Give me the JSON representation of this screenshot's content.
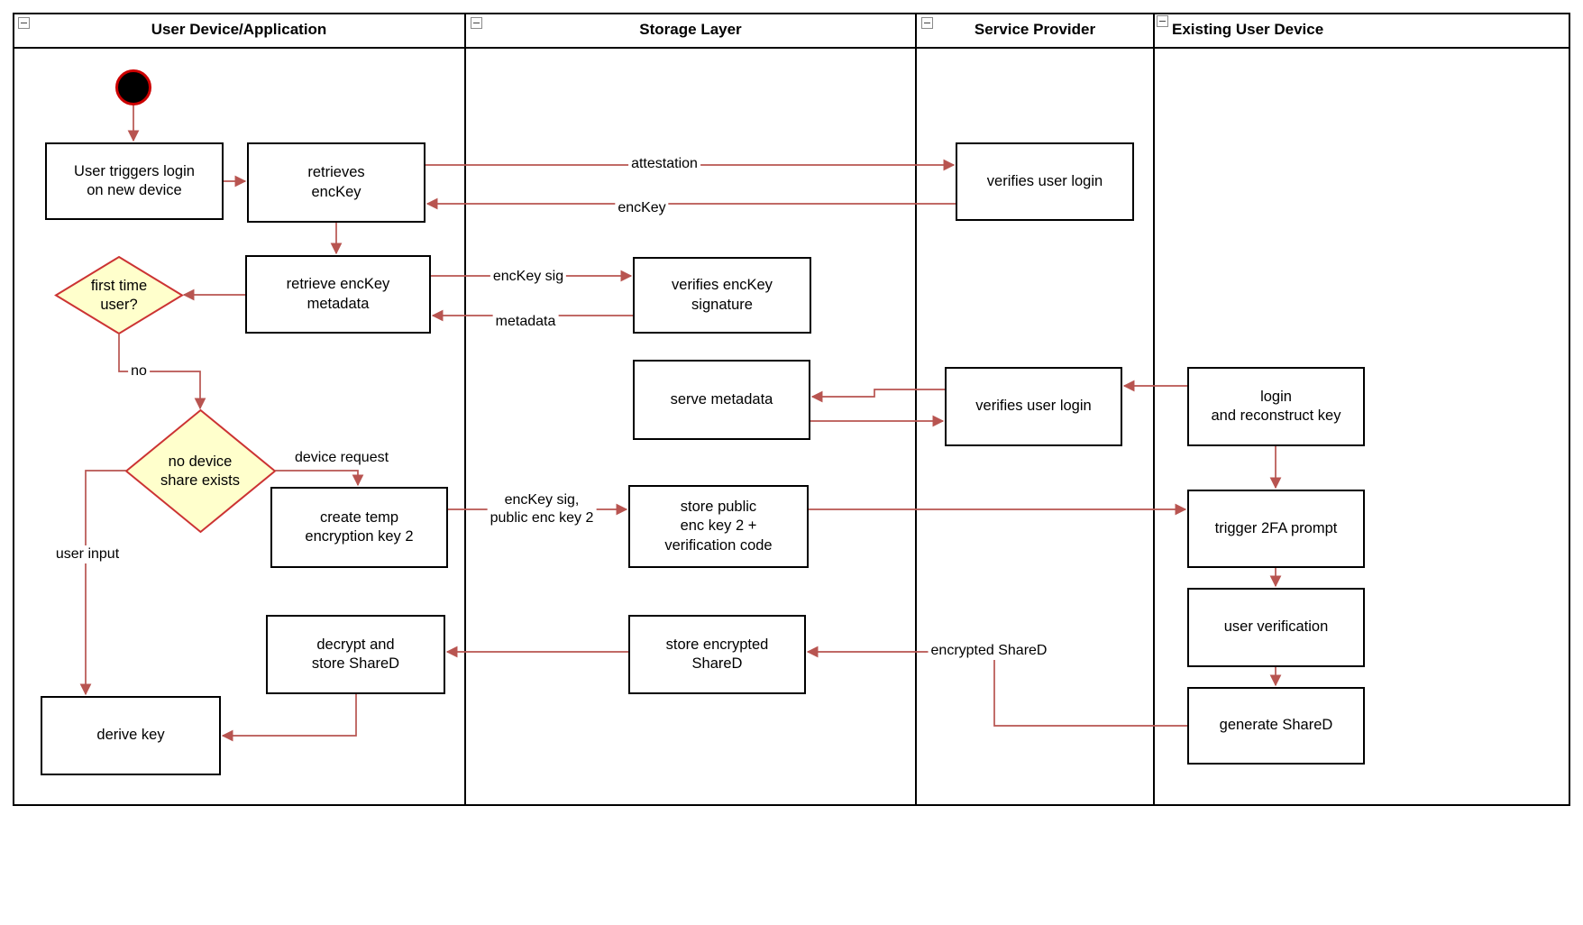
{
  "lanes": [
    {
      "title": "User Device/Application"
    },
    {
      "title": "Storage Layer"
    },
    {
      "title": "Service Provider"
    },
    {
      "title": "Existing User Device"
    }
  ],
  "nodes": {
    "user_triggers_login": "User triggers login\non new device",
    "retrieves_enckey": "retrieves\nencKey",
    "verifies_user_login_top": "verifies user login",
    "retrieve_enckey_metadata": "retrieve encKey\nmetadata",
    "first_time_user": "first time\nuser?",
    "verifies_enckey_signature": "verifies encKey\nsignature",
    "serve_metadata": "serve metadata",
    "verifies_user_login_bottom": "verifies user login",
    "login_and_reconstruct_key": "login\nand reconstruct key",
    "no_device_share_exists": "no device\nshare exists",
    "create_temp_encryption_key_2": "create temp\nencryption key 2",
    "store_public_enc_key_2": "store public\nenc key 2 +\nverification code",
    "trigger_2fa_prompt": "trigger 2FA prompt",
    "user_verification": "user verification",
    "decrypt_and_store_shared": "decrypt and\nstore ShareD",
    "store_encrypted_shared": "store encrypted\nShareD",
    "generate_shared": "generate ShareD",
    "derive_key": "derive key"
  },
  "edge_labels": {
    "attestation": "attestation",
    "enckey": "encKey",
    "enckey_sig": "encKey sig",
    "metadata": "metadata",
    "no": "no",
    "device_request": "device request",
    "enckey_sig_public_enc_key_2": "encKey sig,\npublic enc key 2",
    "user_input": "user input",
    "encrypted_shared": "encrypted ShareD"
  },
  "colors": {
    "edge": "#b85450",
    "diamond_fill": "#ffffcc",
    "diamond_stroke": "#cc3333",
    "start_fill": "#000000",
    "start_ring": "#cc0000",
    "node_border": "#000000"
  }
}
